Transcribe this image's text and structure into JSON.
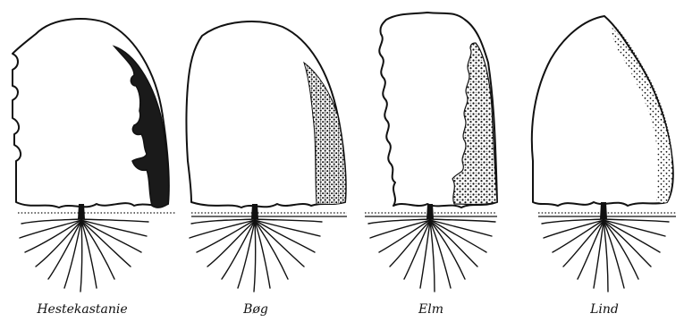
{
  "figures": [
    {
      "id": "hestekastanie",
      "label": "Hestekastanie",
      "shading": "solid"
    },
    {
      "id": "bog",
      "label": "Bøg",
      "shading": "stipple-dense"
    },
    {
      "id": "elm",
      "label": "Elm",
      "shading": "stipple-curly"
    },
    {
      "id": "lind",
      "label": "Lind",
      "shading": "stipple-light"
    }
  ],
  "colors": {
    "ink": "#111111",
    "background": "#ffffff"
  }
}
